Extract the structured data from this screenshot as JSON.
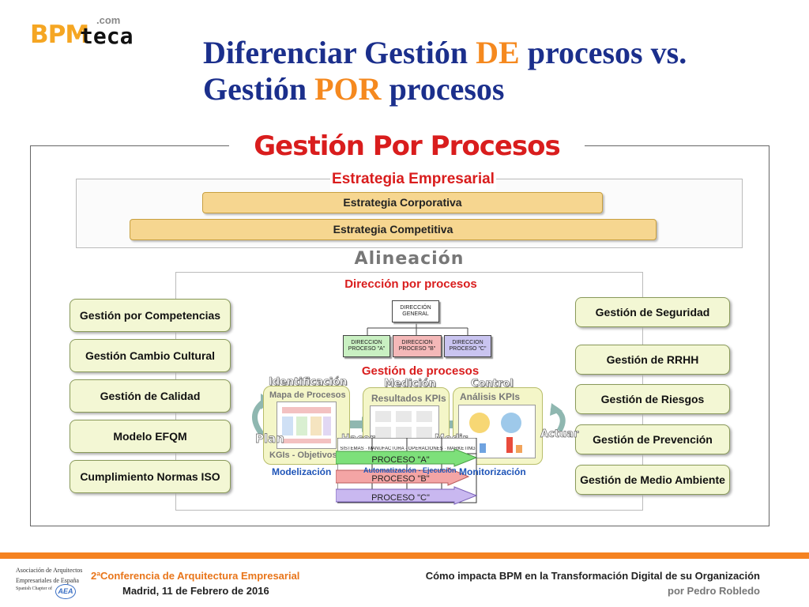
{
  "logo": {
    "brand_main": "BPM",
    "brand_suffix": "teca",
    "tld": ".com"
  },
  "slide": {
    "title_line1_a": "Diferenciar Gestión ",
    "title_line1_hl": "DE",
    "title_line1_b": " procesos vs.",
    "title_line2_a": "Gestión ",
    "title_line2_hl": "POR",
    "title_line2_b": " procesos"
  },
  "diagram": {
    "main_title": "Gestión Por Procesos",
    "strategy": {
      "title": "Estrategia Empresarial",
      "corporate": "Estrategia Corporativa",
      "competitive": "Estrategia Competitiva"
    },
    "alignment": "Alineación",
    "direction": {
      "title": "Dirección por procesos",
      "general": "DIRECCIÓN GENERAL",
      "proc_a": "DIRECCION PROCESO \"A\"",
      "proc_b": "DIRECCION PROCESO \"B\"",
      "proc_c": "DIRECCION PROCESO \"C\""
    },
    "process_mgmt": {
      "title": "Gestión de procesos",
      "identificacion": "Identificación",
      "mapa": "Mapa de Procesos",
      "kgis": "KGIs - Objetivos",
      "medicion": "Medición",
      "resultados": "Resultados KPIs",
      "control": "Control",
      "analisis": "Análisis KPIs",
      "plan": "Plan",
      "hacer": "Hacer",
      "medir": "Medir",
      "actuar": "Actuar",
      "modelizacion": "Modelización",
      "automatizacion": "Automatización - Ejecución",
      "monitorizacion": "Monitorización",
      "depts": "SISTEMAS · MANUFACTURA · OPERACIONES · MARKETING",
      "proceso_a": "PROCESO \"A\"",
      "proceso_b": "PROCESO \"B\"",
      "proceso_c": "PROCESO \"C\""
    },
    "left_items": [
      "Gestión por Competencias",
      "Gestión Cambio Cultural",
      "Gestión de Calidad",
      "Modelo EFQM",
      "Cumplimiento Normas ISO"
    ],
    "right_items": [
      "Gestión de Seguridad",
      "Gestión de RRHH",
      "Gestión de Riesgos",
      "Gestión de Prevención",
      "Gestión de Medio Ambiente"
    ]
  },
  "footer": {
    "conference": "2ªConferencia de Arquitectura Empresarial",
    "date": "Madrid, 11 de Febrero de 2016",
    "talk": "Cómo impacta BPM en la Transformación Digital de su Organización",
    "author": "por Pedro Robledo",
    "assoc_line1": "Asociación de Arquitectos",
    "assoc_line2": "Empresariales de España",
    "assoc_line3": "Spanish Chapter of",
    "assoc_mark": "AEA"
  },
  "colors": {
    "title_blue": "#1b2f8c",
    "highlight_orange": "#f5891f",
    "diagram_red": "#d91d1d",
    "footer_orange": "#f58220"
  }
}
